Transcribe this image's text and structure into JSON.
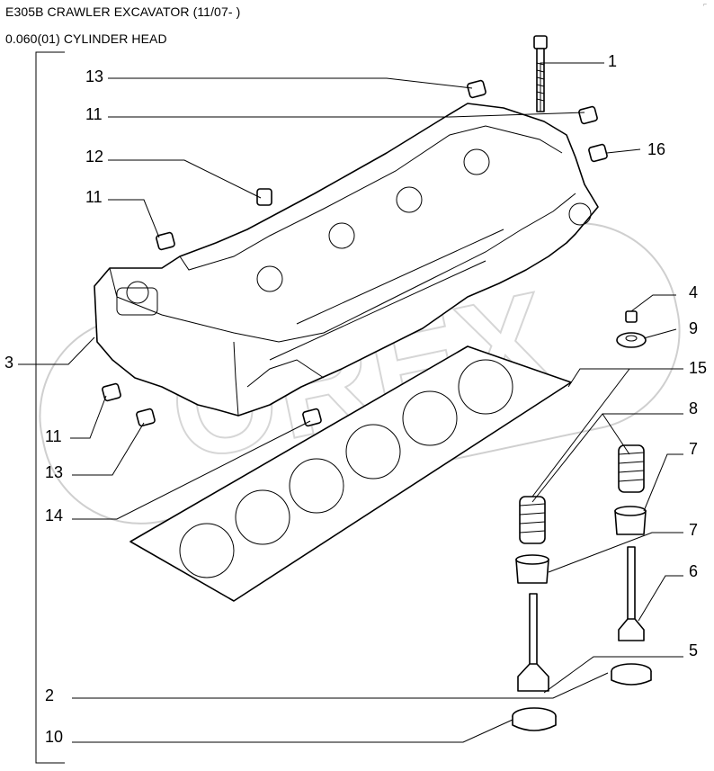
{
  "header": {
    "title": "E305B CRAWLER EXCAVATOR (11/07- )",
    "section": "0.060(01) CYLINDER HEAD"
  },
  "watermark": {
    "text": "OREX"
  },
  "callouts": [
    {
      "id": "1",
      "label": "1"
    },
    {
      "id": "2",
      "label": "2"
    },
    {
      "id": "3",
      "label": "3"
    },
    {
      "id": "4",
      "label": "4"
    },
    {
      "id": "5",
      "label": "5"
    },
    {
      "id": "6",
      "label": "6"
    },
    {
      "id": "7a",
      "label": "7"
    },
    {
      "id": "7b",
      "label": "7"
    },
    {
      "id": "8",
      "label": "8"
    },
    {
      "id": "9",
      "label": "9"
    },
    {
      "id": "10",
      "label": "10"
    },
    {
      "id": "11a",
      "label": "11"
    },
    {
      "id": "11b",
      "label": "11"
    },
    {
      "id": "11c",
      "label": "11"
    },
    {
      "id": "12",
      "label": "12"
    },
    {
      "id": "13a",
      "label": "13"
    },
    {
      "id": "13b",
      "label": "13"
    },
    {
      "id": "14",
      "label": "14"
    },
    {
      "id": "15",
      "label": "15"
    },
    {
      "id": "16",
      "label": "16"
    }
  ],
  "colors": {
    "line": "#000000",
    "background": "#ffffff",
    "watermark": "#cfcfcf"
  }
}
